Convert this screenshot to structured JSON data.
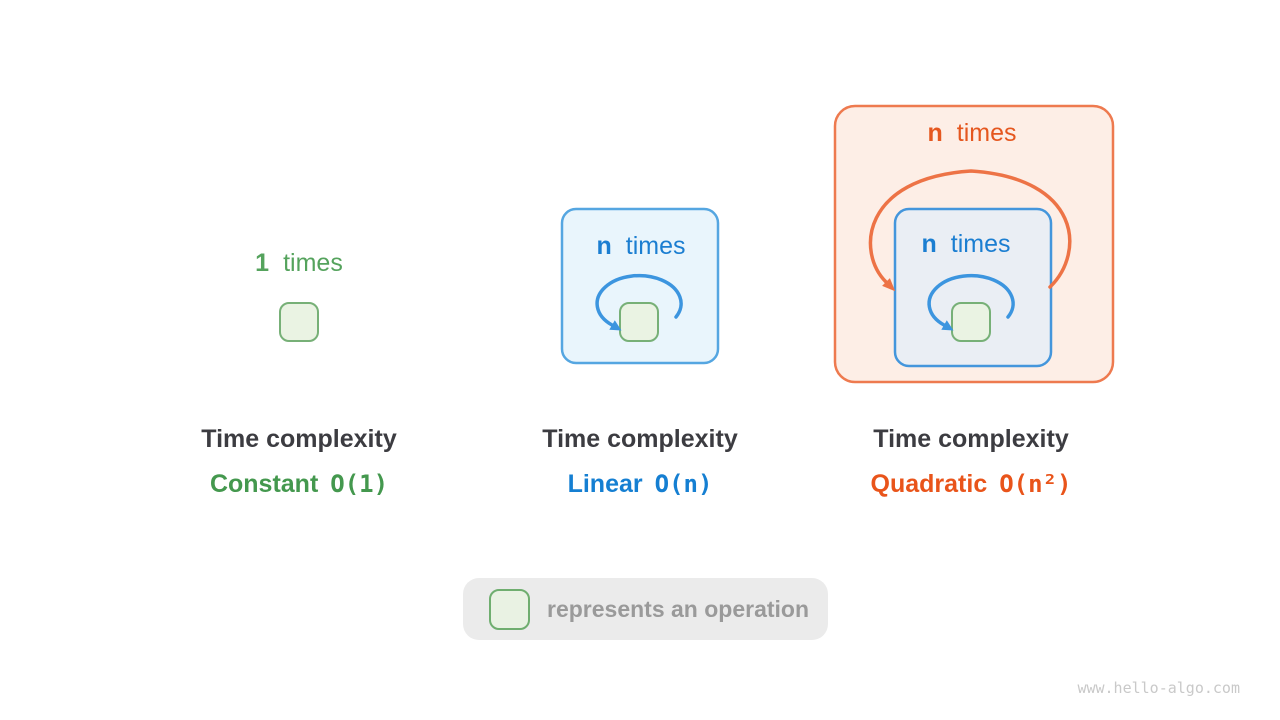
{
  "watermark": "www.hello-algo.com",
  "panels": [
    {
      "id": "constant",
      "loop_labels": [
        {
          "count": "1",
          "word": "times"
        }
      ],
      "caption": "Time complexity",
      "complexity_name": "Constant",
      "big_o_notation": "O(1)",
      "accent_color": "#44984E"
    },
    {
      "id": "linear",
      "loop_labels": [
        {
          "count": "n",
          "word": "times"
        }
      ],
      "caption": "Time complexity",
      "complexity_name": "Linear",
      "big_o_notation": "O(n)",
      "accent_color": "#157FD2"
    },
    {
      "id": "quadratic",
      "loop_labels": [
        {
          "count": "n",
          "word": "times"
        },
        {
          "count": "n",
          "word": "times"
        }
      ],
      "caption": "Time complexity",
      "complexity_name": "Quadratic",
      "big_o_notation": "O(n²)",
      "accent_color": "#E9541A"
    }
  ],
  "legend": {
    "symbol": "operation-box",
    "label": "represents an operation"
  },
  "colors": {
    "background": "#FFFFFF",
    "green_text": "#55A35D",
    "green_box_border": "#77B077",
    "green_box_fill": "#EAF3E3",
    "blue_text": "#1B7ED1",
    "blue_border": "#55A6E1",
    "blue_loop": "#3C95DF",
    "blue_fill_light": "#E9F5FC",
    "blue_fill_gray": "#EAEEF4",
    "orange_text": "#E5571F",
    "orange_border": "#EE7A4F",
    "orange_arc": "#ED7346",
    "orange_fill": "#FDEEE6",
    "caption_text": "#3C3C41",
    "legend_bg": "#EBEBEB",
    "legend_text": "#9A9A9A",
    "watermark_text": "#C9C9C9"
  }
}
